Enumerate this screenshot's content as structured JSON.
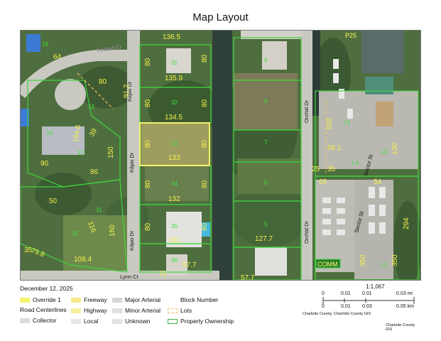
{
  "title": "Map Layout",
  "street_labels": {
    "fireball": "Fireball Ct",
    "kilpio_1": "Kilpio Dr",
    "kilpio_2": "Kilpio Dr",
    "kilpio_3": "Kilpio Dr",
    "orchid_1": "Orchid Dr",
    "orchid_2": "Orchid Dr",
    "lynn": "Lynn Ct",
    "sector_1": "Sector St",
    "sector_2": "Sector St"
  },
  "block_numbers": {
    "p18": "18",
    "p31": "31",
    "p32": "32",
    "p33": "33",
    "p34": "34",
    "p35": "35",
    "p36": "36",
    "p9": "9",
    "p8": "8",
    "p7": "7",
    "p6": "6",
    "p5": "5",
    "p13": "13",
    "p14": "14",
    "p12": "12",
    "p11": "11",
    "p10": "10",
    "pL5": "L5",
    "pL4": "L4",
    "pL3": "L3",
    "pL1": "L1"
  },
  "dimension_labels": {
    "d1": "136.5",
    "d2": "135.9",
    "d3": "134.5",
    "d4": "133",
    "d5": "132",
    "d6": "131",
    "d7": "57.7",
    "d8": "127.7",
    "d9": "57.7",
    "d10": "108.4",
    "d11": "164.6",
    "d12": "91.2",
    "d13": "86",
    "d14": "150",
    "d15": "160",
    "d16": "50",
    "d17": "116",
    "d18": "79.8",
    "d19": "64",
    "d20": "80",
    "d21": "80",
    "d22": "80",
    "d23": "80",
    "d24": "80",
    "d25": "80",
    "d26": "80",
    "d27": "80",
    "d28": "80",
    "d29": "80",
    "d30": "100",
    "d31": "56.1",
    "d32": "25",
    "d33": "35",
    "d34": "65",
    "d35": "54",
    "d36": "294",
    "d37": "350",
    "d38": "350",
    "d39": "100",
    "d40": "90",
    "d41": "35",
    "d42": "72",
    "d43": "80",
    "d44": "39"
  },
  "badges": {
    "p25": "P25",
    "comm": "COMM"
  },
  "legend": {
    "date": "December 12, 2025",
    "override": "Override 1",
    "road_centerlines": "Road Centerlines",
    "freeway": "Freeway",
    "highway": "Highway",
    "collector": "Collector",
    "local": "Local",
    "major_arterial": "Major Arterial",
    "minor_arterial": "Minor Arterial",
    "unknown": "Unknown",
    "block_number": "Block Number",
    "lots": "Lots",
    "property_ownership": "Property Ownership",
    "colors": {
      "override": "#f3f36b",
      "freeway": "#f6ea8a",
      "highway": "#f7ef9c",
      "collector": "#dcdcdc",
      "local": "#e6e6e6",
      "major_arterial": "#d6d6d6",
      "minor_arterial": "#e0e0e0",
      "unknown": "#e3e3e3",
      "lots": "#f0c060",
      "property_ownership": "#3fb43f"
    }
  },
  "scale": {
    "ratio": "1:1,067",
    "mi_ticks": [
      "0",
      "0.01",
      "0.01",
      "0.03 mi"
    ],
    "km_ticks": [
      "0",
      "0.01",
      "0.03",
      "0.05 km"
    ],
    "credit": "Charlotte County, Charlotte County GIS",
    "credit_right": "Charlotte County GIS"
  }
}
